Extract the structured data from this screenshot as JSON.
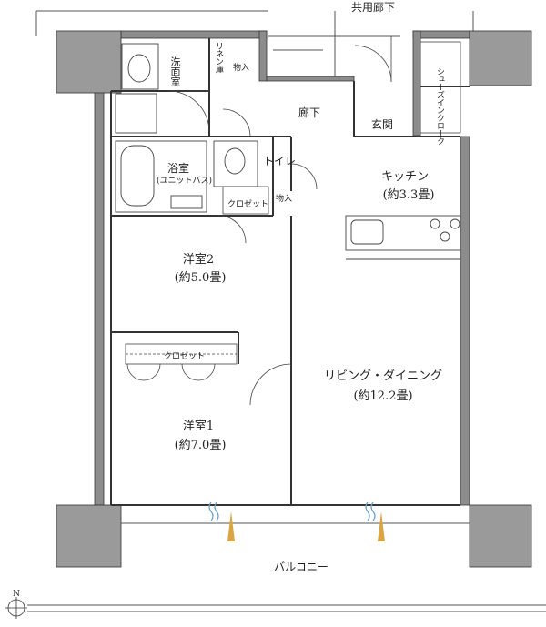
{
  "corridor": "共用廊下",
  "balcony": "バルコニー",
  "rooms": {
    "washroom": "洗面室",
    "linen": "リネン庫",
    "storage_top": "物入",
    "hallway": "廊下",
    "entrance": "玄関",
    "shoes_in_closet": "シューズインクローク",
    "bath_name": "浴室",
    "bath_sub": "(ユニットバス)",
    "toilet": "トイレ",
    "closet_small": "クロゼット",
    "storage_mid": "物入",
    "kitchen_name": "キッチン",
    "kitchen_size": "(約3.3畳)",
    "west2_name": "洋室2",
    "west2_size": "(約5.0畳)",
    "closet_big": "クロゼット",
    "ldk_name": "リビング・ダイニング",
    "ldk_size": "(約12.2畳)",
    "west1_name": "洋室1",
    "west1_size": "(約7.0畳)"
  },
  "compass": "N",
  "colors": {
    "wall_fill": "#8c8c8c",
    "column_fill": "#9a9a9a",
    "line": "#333333",
    "airflow_blue": "#6aa0c8",
    "sun_amber": "#d9a441"
  }
}
